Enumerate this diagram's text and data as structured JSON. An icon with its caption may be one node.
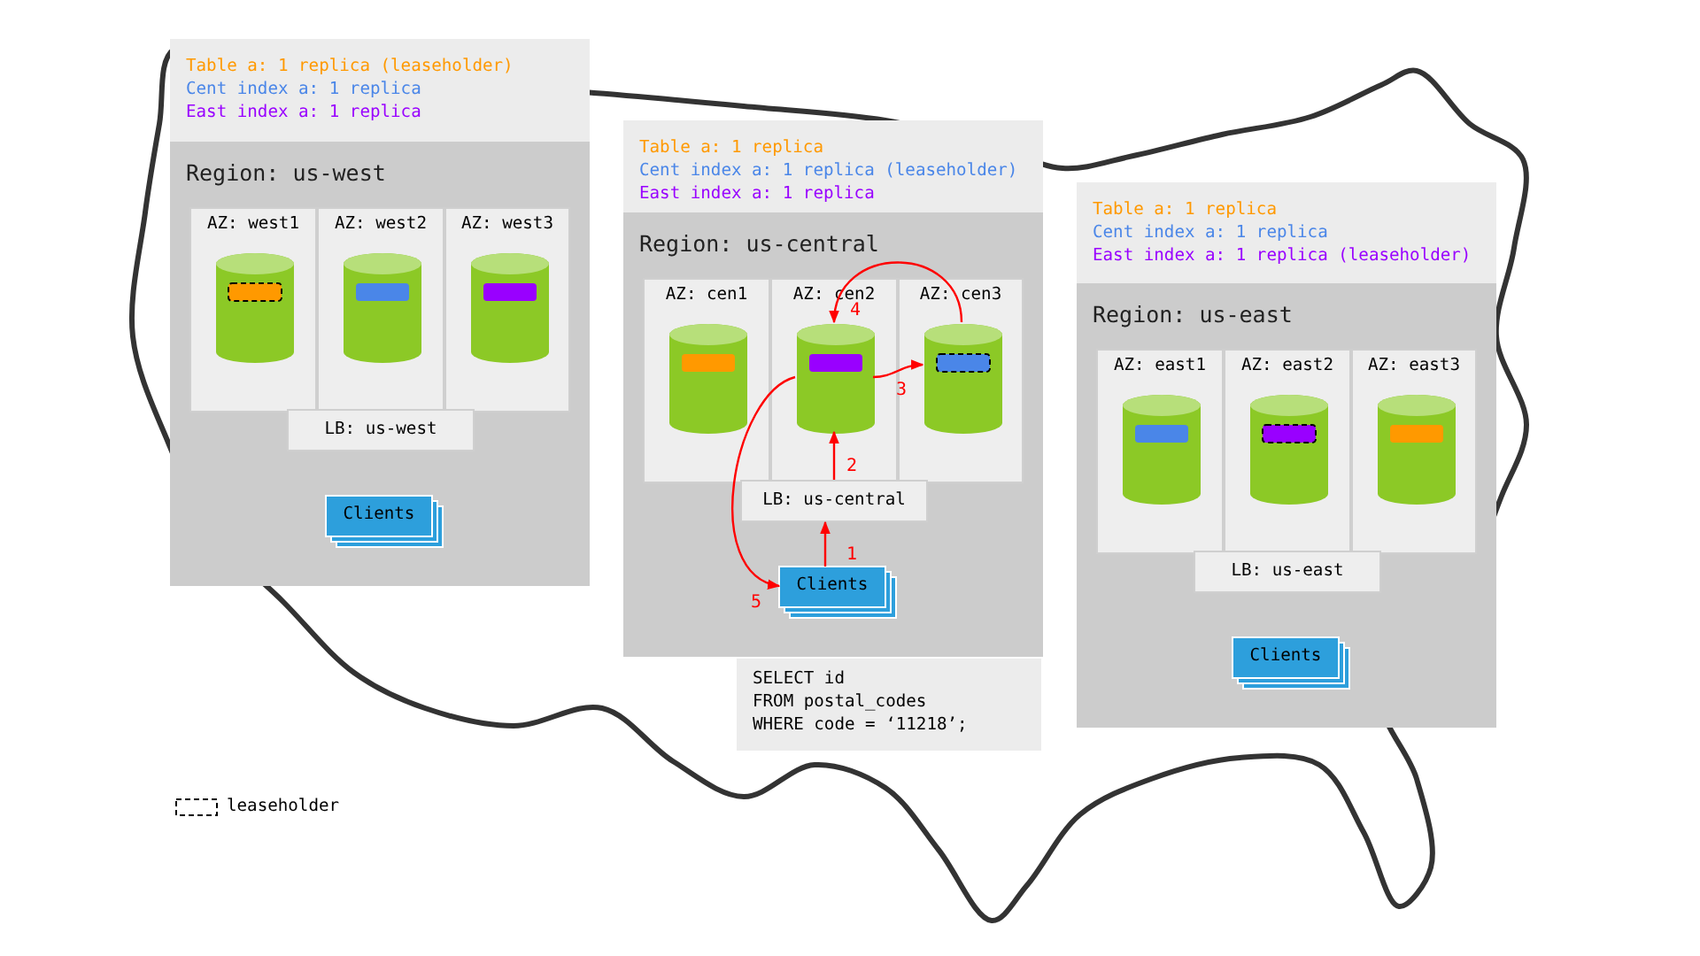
{
  "diagram": {
    "nodes": [
      {
        "text": [
          "Table a: 1 replica (leaseholder)",
          "Cent index a: 1 replica",
          "East index a: 1 replica"
        ]
      },
      {
        "text": [
          "Region: us-west"
        ]
      },
      {
        "text": [
          "AZ: west1"
        ],
        "in": 1
      },
      {
        "text": [],
        "shape": "cylinder",
        "in": 2
      },
      {
        "text": [
          "AZ: west2"
        ],
        "in": 1
      },
      {
        "text": [],
        "shape": "cylinder",
        "in": 4
      },
      {
        "text": [
          "AZ: west3"
        ],
        "in": 1
      },
      {
        "text": [],
        "shape": "cylinder",
        "in": 6
      },
      {
        "text": [
          "LB: us-west"
        ],
        "in": 1
      },
      {
        "text": [
          "Clients"
        ],
        "in": 1
      },
      {
        "text": [
          "Table a: 1 replica",
          "Cent index a: 1 replica (leaseholder)",
          "East index a: 1 replica"
        ]
      },
      {
        "text": [
          "Region: us-central"
        ]
      },
      {
        "text": [
          "AZ: cen1"
        ],
        "in": 11
      },
      {
        "text": [],
        "shape": "cylinder",
        "in": 12
      },
      {
        "text": [
          "AZ: cen2"
        ],
        "in": 11
      },
      {
        "text": [],
        "shape": "cylinder",
        "in": 14
      },
      {
        "text": [
          "AZ: cen3"
        ],
        "in": 11
      },
      {
        "text": [],
        "shape": "cylinder",
        "in": 16
      },
      {
        "text": [
          "LB: us-central"
        ],
        "in": 11
      },
      {
        "text": [
          "Clients"
        ],
        "in": 11
      },
      {
        "text": [
          "Table a: 1 replica",
          "Cent index a: 1 replica",
          "East index a: 1 replica (leaseholder)"
        ]
      },
      {
        "text": [
          "Region: us-east"
        ]
      },
      {
        "text": [
          "AZ: east1"
        ],
        "in": 21
      },
      {
        "text": [],
        "shape": "cylinder",
        "in": 22
      },
      {
        "text": [
          "AZ: east2"
        ],
        "in": 21
      },
      {
        "text": [],
        "shape": "cylinder",
        "in": 24
      },
      {
        "text": [
          "AZ: east3"
        ],
        "in": 21
      },
      {
        "text": [],
        "shape": "cylinder",
        "in": 26
      },
      {
        "text": [
          "LB: us-east"
        ],
        "in": 21
      },
      {
        "text": [
          "Clients"
        ],
        "in": 21
      },
      {
        "text": [
          "SELECT id",
          "FROM postal_codes",
          "WHERE code = ‘11218’;"
        ]
      }
    ],
    "edges": [
      {
        "from": 19,
        "to": 18,
        "arrow": "to",
        "label": "1"
      },
      {
        "from": 18,
        "to": 15,
        "arrow": "to",
        "label": "2"
      },
      {
        "from": 15,
        "to": 17,
        "arrow": "to",
        "label": "3"
      },
      {
        "from": 17,
        "to": 15,
        "arrow": "to",
        "label": "4"
      },
      {
        "from": 15,
        "to": 19,
        "arrow": "to",
        "label": "5"
      }
    ],
    "legend": [
      {
        "text": "leaseholder"
      }
    ]
  }
}
